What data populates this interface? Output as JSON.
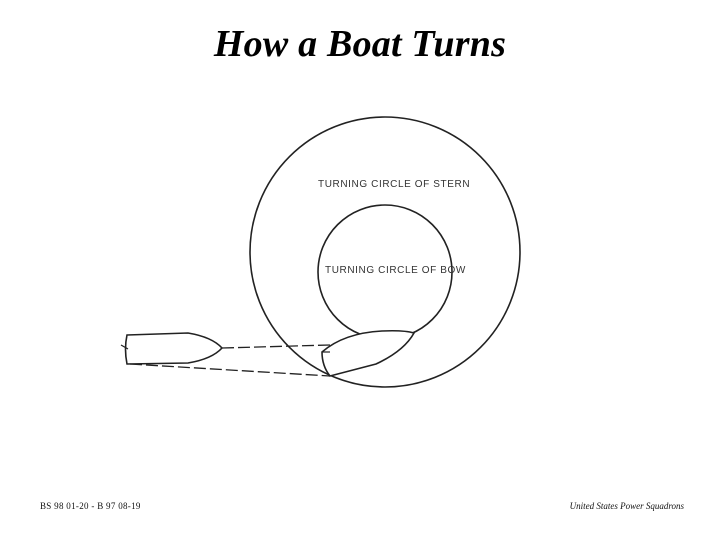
{
  "slide": {
    "title": "How a Boat Turns"
  },
  "diagram": {
    "stern_circle_label": "TURNING CIRCLE OF STERN",
    "bow_circle_label": "TURNING CIRCLE OF BOW",
    "line_color": "#222222"
  },
  "footer": {
    "left": "BS 98 01-20 - B 97 08-19",
    "right": "United States Power Squadrons"
  }
}
